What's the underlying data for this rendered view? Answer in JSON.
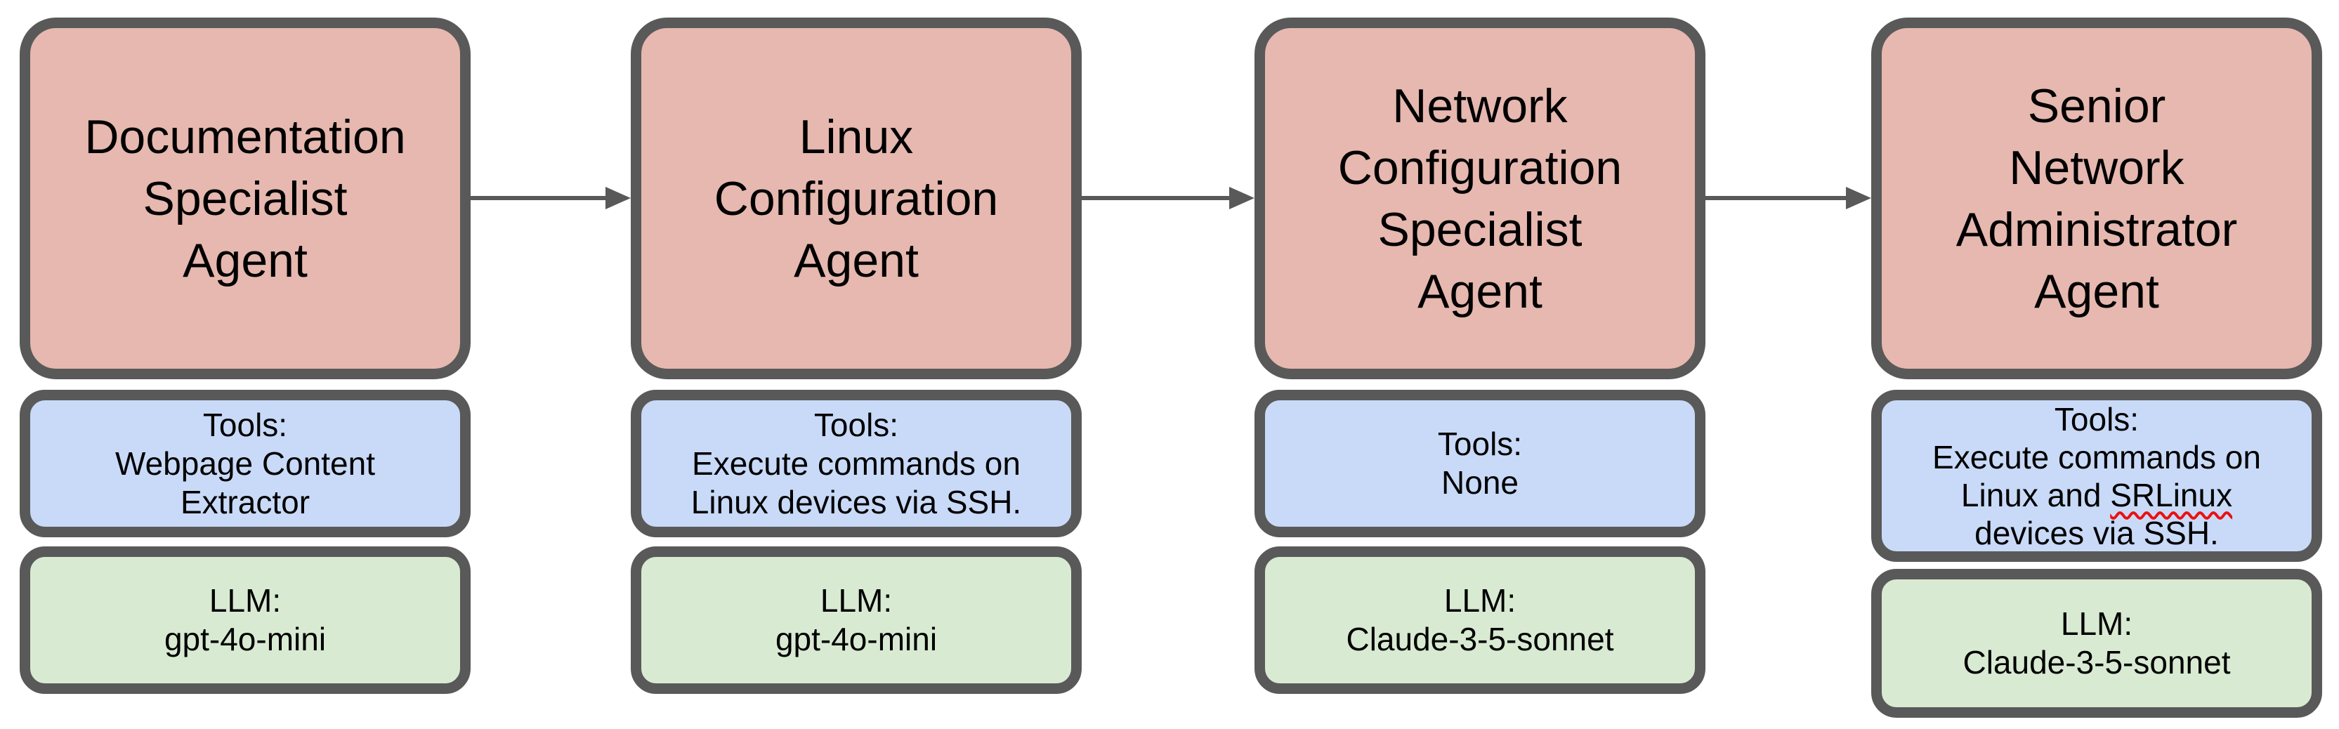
{
  "diagram": {
    "type": "flowchart",
    "direction": "left-to-right",
    "colors": {
      "agent_box_fill": "#e6b8af",
      "tools_box_fill": "#c9daf8",
      "llm_box_fill": "#d9ead3",
      "box_border": "#595959",
      "arrow": "#595959",
      "text": "#000000",
      "spellcheck_underline": "#ea1111"
    },
    "spellcheck_word": "SRLinux",
    "agents": [
      {
        "name": "Documentation\nSpecialist\nAgent",
        "tools": "Tools:\nWebpage Content\nExtractor",
        "llm": "LLM:\ngpt-4o-mini"
      },
      {
        "name": "Linux\nConfiguration\nAgent",
        "tools": "Tools:\nExecute commands on\nLinux devices via SSH.",
        "llm": "LLM:\ngpt-4o-mini"
      },
      {
        "name": "Network\nConfiguration\nSpecialist\nAgent",
        "tools": "Tools:\nNone",
        "llm": "LLM:\nClaude-3-5-sonnet"
      },
      {
        "name": "Senior\nNetwork\nAdministrator\nAgent",
        "tools": "Tools:\nExecute commands on\nLinux and SRLinux\ndevices via SSH.",
        "llm": "LLM:\nClaude-3-5-sonnet"
      }
    ],
    "connections": [
      {
        "from": "Documentation Specialist Agent",
        "to": "Linux Configuration Agent"
      },
      {
        "from": "Linux Configuration Agent",
        "to": "Network Configuration Specialist Agent"
      },
      {
        "from": "Network Configuration Specialist Agent",
        "to": "Senior Network Administrator Agent"
      }
    ]
  }
}
